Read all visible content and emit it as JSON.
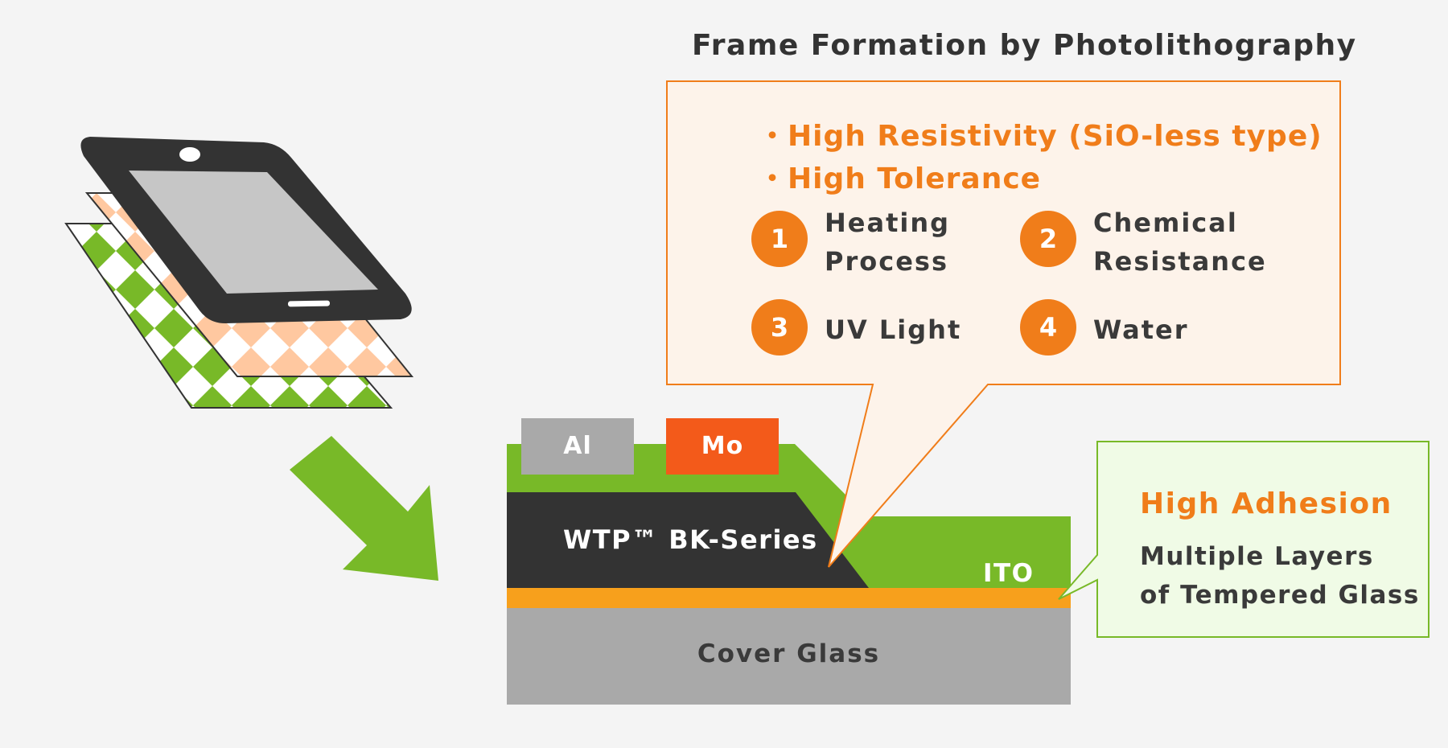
{
  "header": {
    "title": "Frame Formation by Photolithography"
  },
  "callout": {
    "bullets": [
      "・High Resistivity (SiO-less type)",
      "・High Tolerance"
    ],
    "items": [
      {
        "num": "1",
        "label": "Heating\nProcess"
      },
      {
        "num": "2",
        "label": "Chemical\nResistance"
      },
      {
        "num": "3",
        "label": "UV Light"
      },
      {
        "num": "4",
        "label": "Water"
      }
    ]
  },
  "layers": {
    "al": "Al",
    "mo": "Mo",
    "wtp": "WTP™ BK-Series",
    "ito": "ITO",
    "cover_glass": "Cover Glass"
  },
  "adhesion": {
    "title": "High Adhesion",
    "subtitle": "Multiple Layers\nof Tempered Glass"
  },
  "colors": {
    "accent_orange": "#f07d1a",
    "green": "#78b928",
    "dark": "#333333",
    "mo_red": "#f35a1a",
    "gray": "#a9a9a9",
    "ito_orange": "#f7a01c"
  }
}
